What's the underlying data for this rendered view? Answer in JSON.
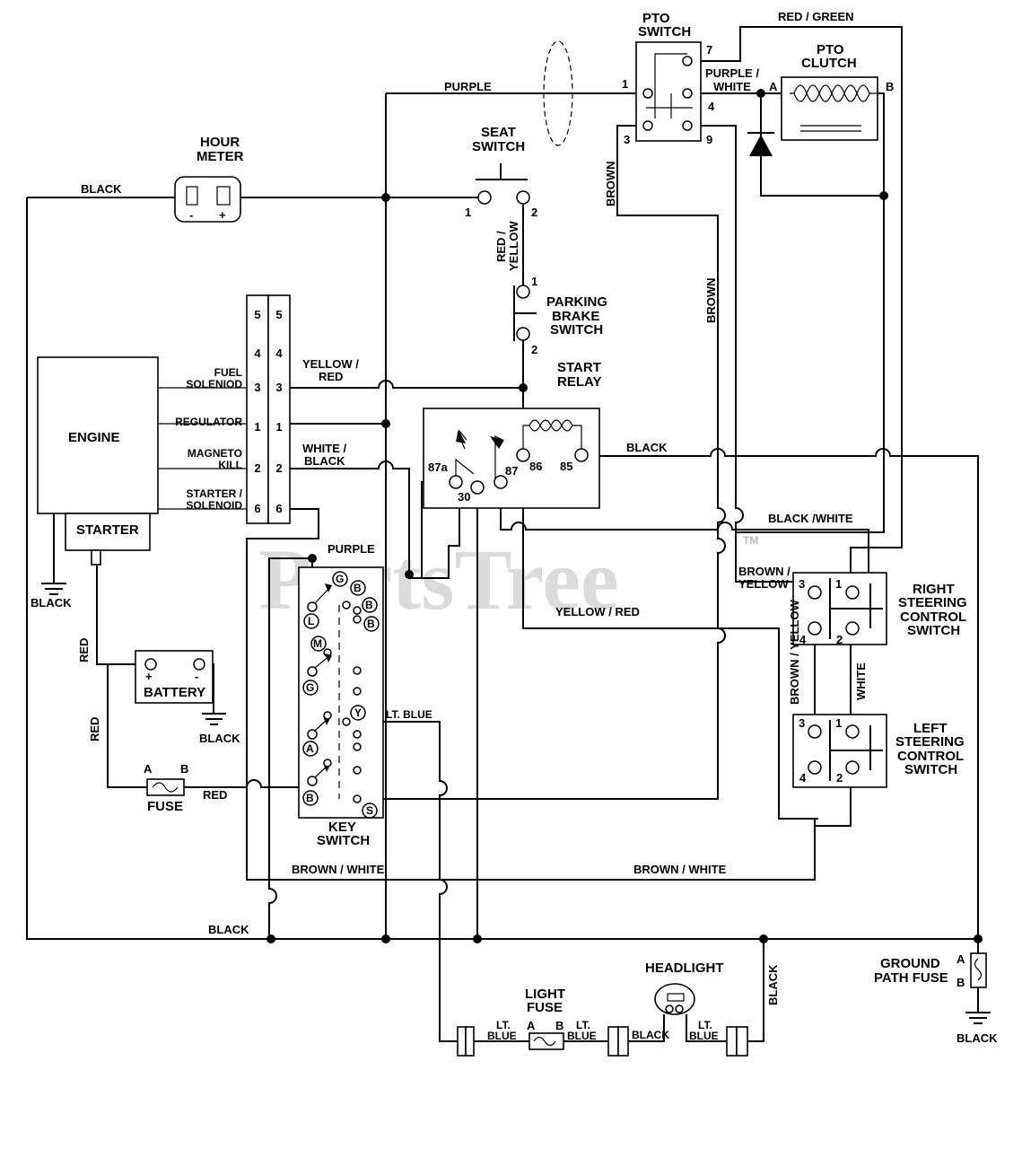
{
  "watermark": {
    "text": "PartsTree",
    "mark": "TM"
  },
  "components": {
    "pto_switch": {
      "line1": "PTO",
      "line2": "SWITCH",
      "pins": [
        "7",
        "1",
        "4",
        "3",
        "9"
      ]
    },
    "pto_clutch": {
      "line1": "PTO",
      "line2": "CLUTCH",
      "pin_a": "A",
      "pin_b": "B"
    },
    "hour_meter": {
      "line1": "HOUR",
      "line2": "METER",
      "minus": "-",
      "plus": "+"
    },
    "seat_switch": {
      "line1": "SEAT",
      "line2": "SWITCH",
      "pin1": "1",
      "pin2": "2"
    },
    "parking_brake_switch": {
      "line1": "PARKING",
      "line2": "BRAKE",
      "line3": "SWITCH",
      "pin1": "1",
      "pin2": "2"
    },
    "start_relay": {
      "line1": "START",
      "line2": "RELAY",
      "pins": [
        "87a",
        "30",
        "87",
        "86",
        "85"
      ]
    },
    "engine": {
      "label": "ENGINE",
      "starter": "STARTER"
    },
    "engine_connector": {
      "rows": [
        {
          "label1": "",
          "label2": "",
          "pin": "5"
        },
        {
          "label1": "",
          "label2": "",
          "pin": "4"
        },
        {
          "label1": "FUEL",
          "label2": "SOLENIOD",
          "pin": "3"
        },
        {
          "label1": "REGULATOR",
          "label2": "",
          "pin": "1"
        },
        {
          "label1": "MAGNETO",
          "label2": "KILL",
          "pin": "2"
        },
        {
          "label1": "STARTER /",
          "label2": "SOLENOID",
          "pin": "6"
        }
      ]
    },
    "battery": {
      "label": "BATTERY",
      "plus": "+",
      "minus": "-"
    },
    "fuse": {
      "label": "FUSE",
      "pin_a": "A",
      "pin_b": "B"
    },
    "key_switch": {
      "line1": "KEY",
      "line2": "SWITCH",
      "terminals": [
        "G",
        "B",
        "B",
        "L",
        "B",
        "M",
        "G",
        "Y",
        "A",
        "B",
        "S"
      ]
    },
    "right_steering": {
      "line1": "RIGHT",
      "line2": "STEERING",
      "line3": "CONTROL",
      "line4": "SWITCH",
      "pins": [
        "3",
        "1",
        "4",
        "2"
      ]
    },
    "left_steering": {
      "line1": "LEFT",
      "line2": "STEERING",
      "line3": "CONTROL",
      "line4": "SWITCH",
      "pins": [
        "3",
        "1",
        "4",
        "2"
      ]
    },
    "light_fuse": {
      "line1": "LIGHT",
      "line2": "FUSE",
      "pin_a": "A",
      "pin_b": "B"
    },
    "headlight": {
      "label": "HEADLIGHT"
    },
    "ground_path_fuse": {
      "line1": "GROUND",
      "line2": "PATH FUSE",
      "pin_a": "A",
      "pin_b": "B"
    }
  },
  "wires": {
    "red_green": "RED / GREEN",
    "purple_top": "PURPLE",
    "purple_white_1": "PURPLE /",
    "purple_white_2": "WHITE",
    "black_hour": "BLACK",
    "brown_left": "BROWN",
    "brown_right": "BROWN",
    "red_yellow_1": "RED /",
    "red_yellow_2": "YELLOW",
    "yellow_red_1": "YELLOW /",
    "yellow_red_2": "RED",
    "white_black_1": "WHITE /",
    "white_black_2": "BLACK",
    "black_relay": "BLACK",
    "black_white": "BLACK /WHITE",
    "purple_key": "PURPLE",
    "brown_yellow_1": "BROWN /",
    "brown_yellow_2": "YELLOW",
    "yellow_red_long": "YELLOW / RED",
    "brown_yellow_vert": "BROWN / YELLOW",
    "white_vert": "WHITE",
    "red_vert_1": "RED",
    "red_vert_2": "RED",
    "red_fuse": "RED",
    "lt_blue_key": "LT. BLUE",
    "brown_white_left": "BROWN / WHITE",
    "brown_white_right": "BROWN / WHITE",
    "black_bottom": "BLACK",
    "black_engine_gnd": "BLACK",
    "black_battery_gnd": "BLACK",
    "black_headlight": "BLACK",
    "black_gnd_fuse": "BLACK",
    "lt_blue_a_1": "LT.",
    "lt_blue_a_2": "BLUE",
    "lt_blue_b_1": "LT.",
    "lt_blue_b_2": "BLUE",
    "black_light": "BLACK",
    "lt_blue_c_1": "LT.",
    "lt_blue_c_2": "BLUE"
  }
}
